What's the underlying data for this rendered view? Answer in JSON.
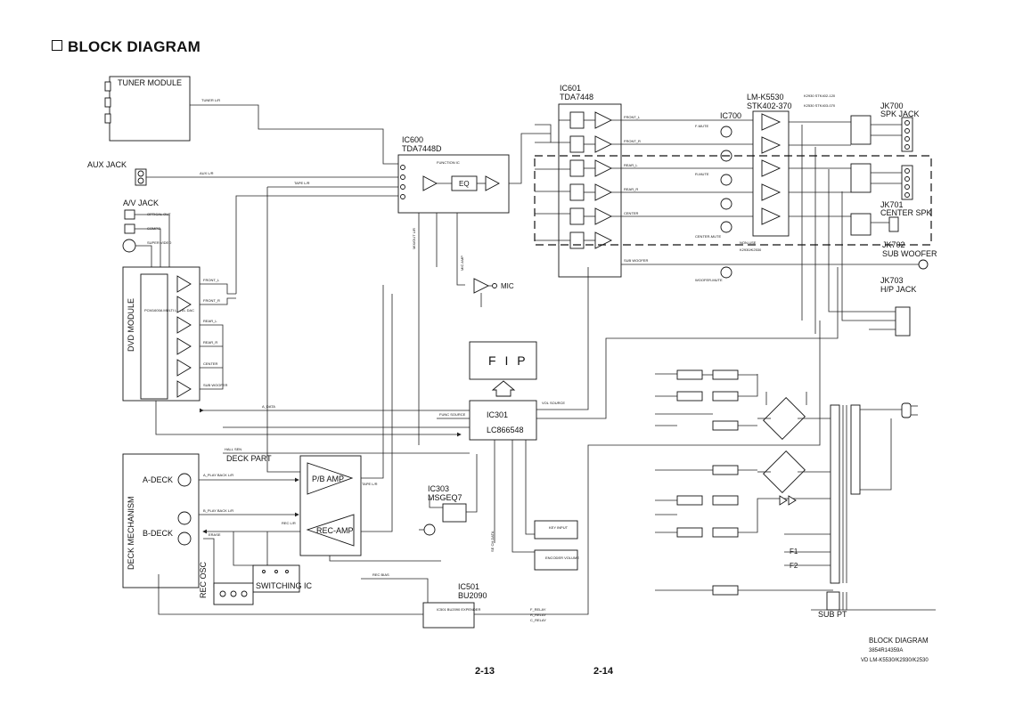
{
  "title": "BLOCK DIAGRAM",
  "page_numbers": {
    "left": "2-13",
    "right": "2-14"
  },
  "footer": {
    "line1": "BLOCK DIAGRAM",
    "line2": "3854R14359A",
    "line3": "VD LM-K5530/K2930/K2530"
  },
  "blocks": {
    "tuner": "TUNER MODULE",
    "aux_jack": "AUX JACK",
    "av_jack": "A/V JACK",
    "dvd_module": "DVD MODULE",
    "dvd_dac": "PCM1600A MULTI LEVEL DAC",
    "ic600_ref": "IC600",
    "ic600_part": "TDA7448D",
    "function_ic": "FUNCTION IC",
    "eq": "EQ",
    "ic601_ref": "IC601",
    "ic601_part": "TDA7448",
    "amp_model": "LM-K5530",
    "amp_part": "STK402-370",
    "amp_note1": "K2930 STK402-120",
    "amp_note2": "K2530 STK403-070",
    "ic700": "IC700",
    "jk700_ref": "JK700",
    "jk700_name": "SPK JACK",
    "jk701_ref": "JK701",
    "jk701_name": "CENTER SPK",
    "jk702_ref": "JK702",
    "jk702_name": "SUB WOOFER",
    "jk703_ref": "JK703",
    "jk703_name": "H/P JACK",
    "non_use": "NON-USE",
    "non_use_models": "K2930/K2530",
    "fip": "F I P",
    "ic301_ref": "IC301",
    "ic301_part": "LC866548",
    "deck_part": "DECK PART",
    "deck_mechanism": "DECK MECHANISM",
    "a_deck": "A-DECK",
    "b_deck": "B-DECK",
    "pb_amp": "P/B AMP",
    "rec_amp": "REC-AMP",
    "switching_ic": "SWITCHING IC",
    "rec_osc": "REC OSC",
    "ic303_ref": "IC303",
    "ic303_part": "MSGEQ7",
    "ic501_ref": "IC501",
    "ic501_part": "BU2090",
    "ic501_box": "IC501 BU2090 EXPENDER",
    "key_input": "KEY INPUT",
    "encoder_volume": "ENCODER VOLUME",
    "mic": "MIC",
    "sub_pt": "SUB PT",
    "f1": "F1",
    "f2": "F2"
  },
  "signals": {
    "tuner_lr": "TUNER L/R",
    "aux_lr": "AUX L/R",
    "tape_lr": "TAPE L/R",
    "optical_out": "OPTICAL OUT",
    "compo": "COMPO",
    "super_video": "SUPER VIDEO",
    "front_l": "FRONT_L",
    "front_r": "FRONT_R",
    "rear_l": "REAR_L",
    "rear_r": "REAR_R",
    "center": "CENTER",
    "sub_woofer": "SUB WOOFER",
    "front_mute": "F-MUTE",
    "rear_mute": "R-MUTE",
    "center_mute": "CENTER-MUTE",
    "woofer_mute": "WOOFER-MUTE",
    "mic_amp": "MIC AMP",
    "mix_out": "MIX/OUT L/R",
    "a_play_back": "A_PLAY BACK L/R",
    "b_play_back": "B_PLAY BACK L/R",
    "rec_lr": "REC L/R",
    "erase": "ERASE",
    "rec_bias": "REC BIAS",
    "tape_lr_2": "TAPE L/R",
    "fl_relay": "F_RELAY",
    "rl_relay": "R_RELAY",
    "ct_relay": "C_RELAY",
    "s_data": "A_DATA",
    "func_source": "FUNC SOURCE",
    "vol_source": "VOL SOURCE",
    "hall_sen": "HALL SEN",
    "se_ch_data": "SE CH DATA"
  }
}
